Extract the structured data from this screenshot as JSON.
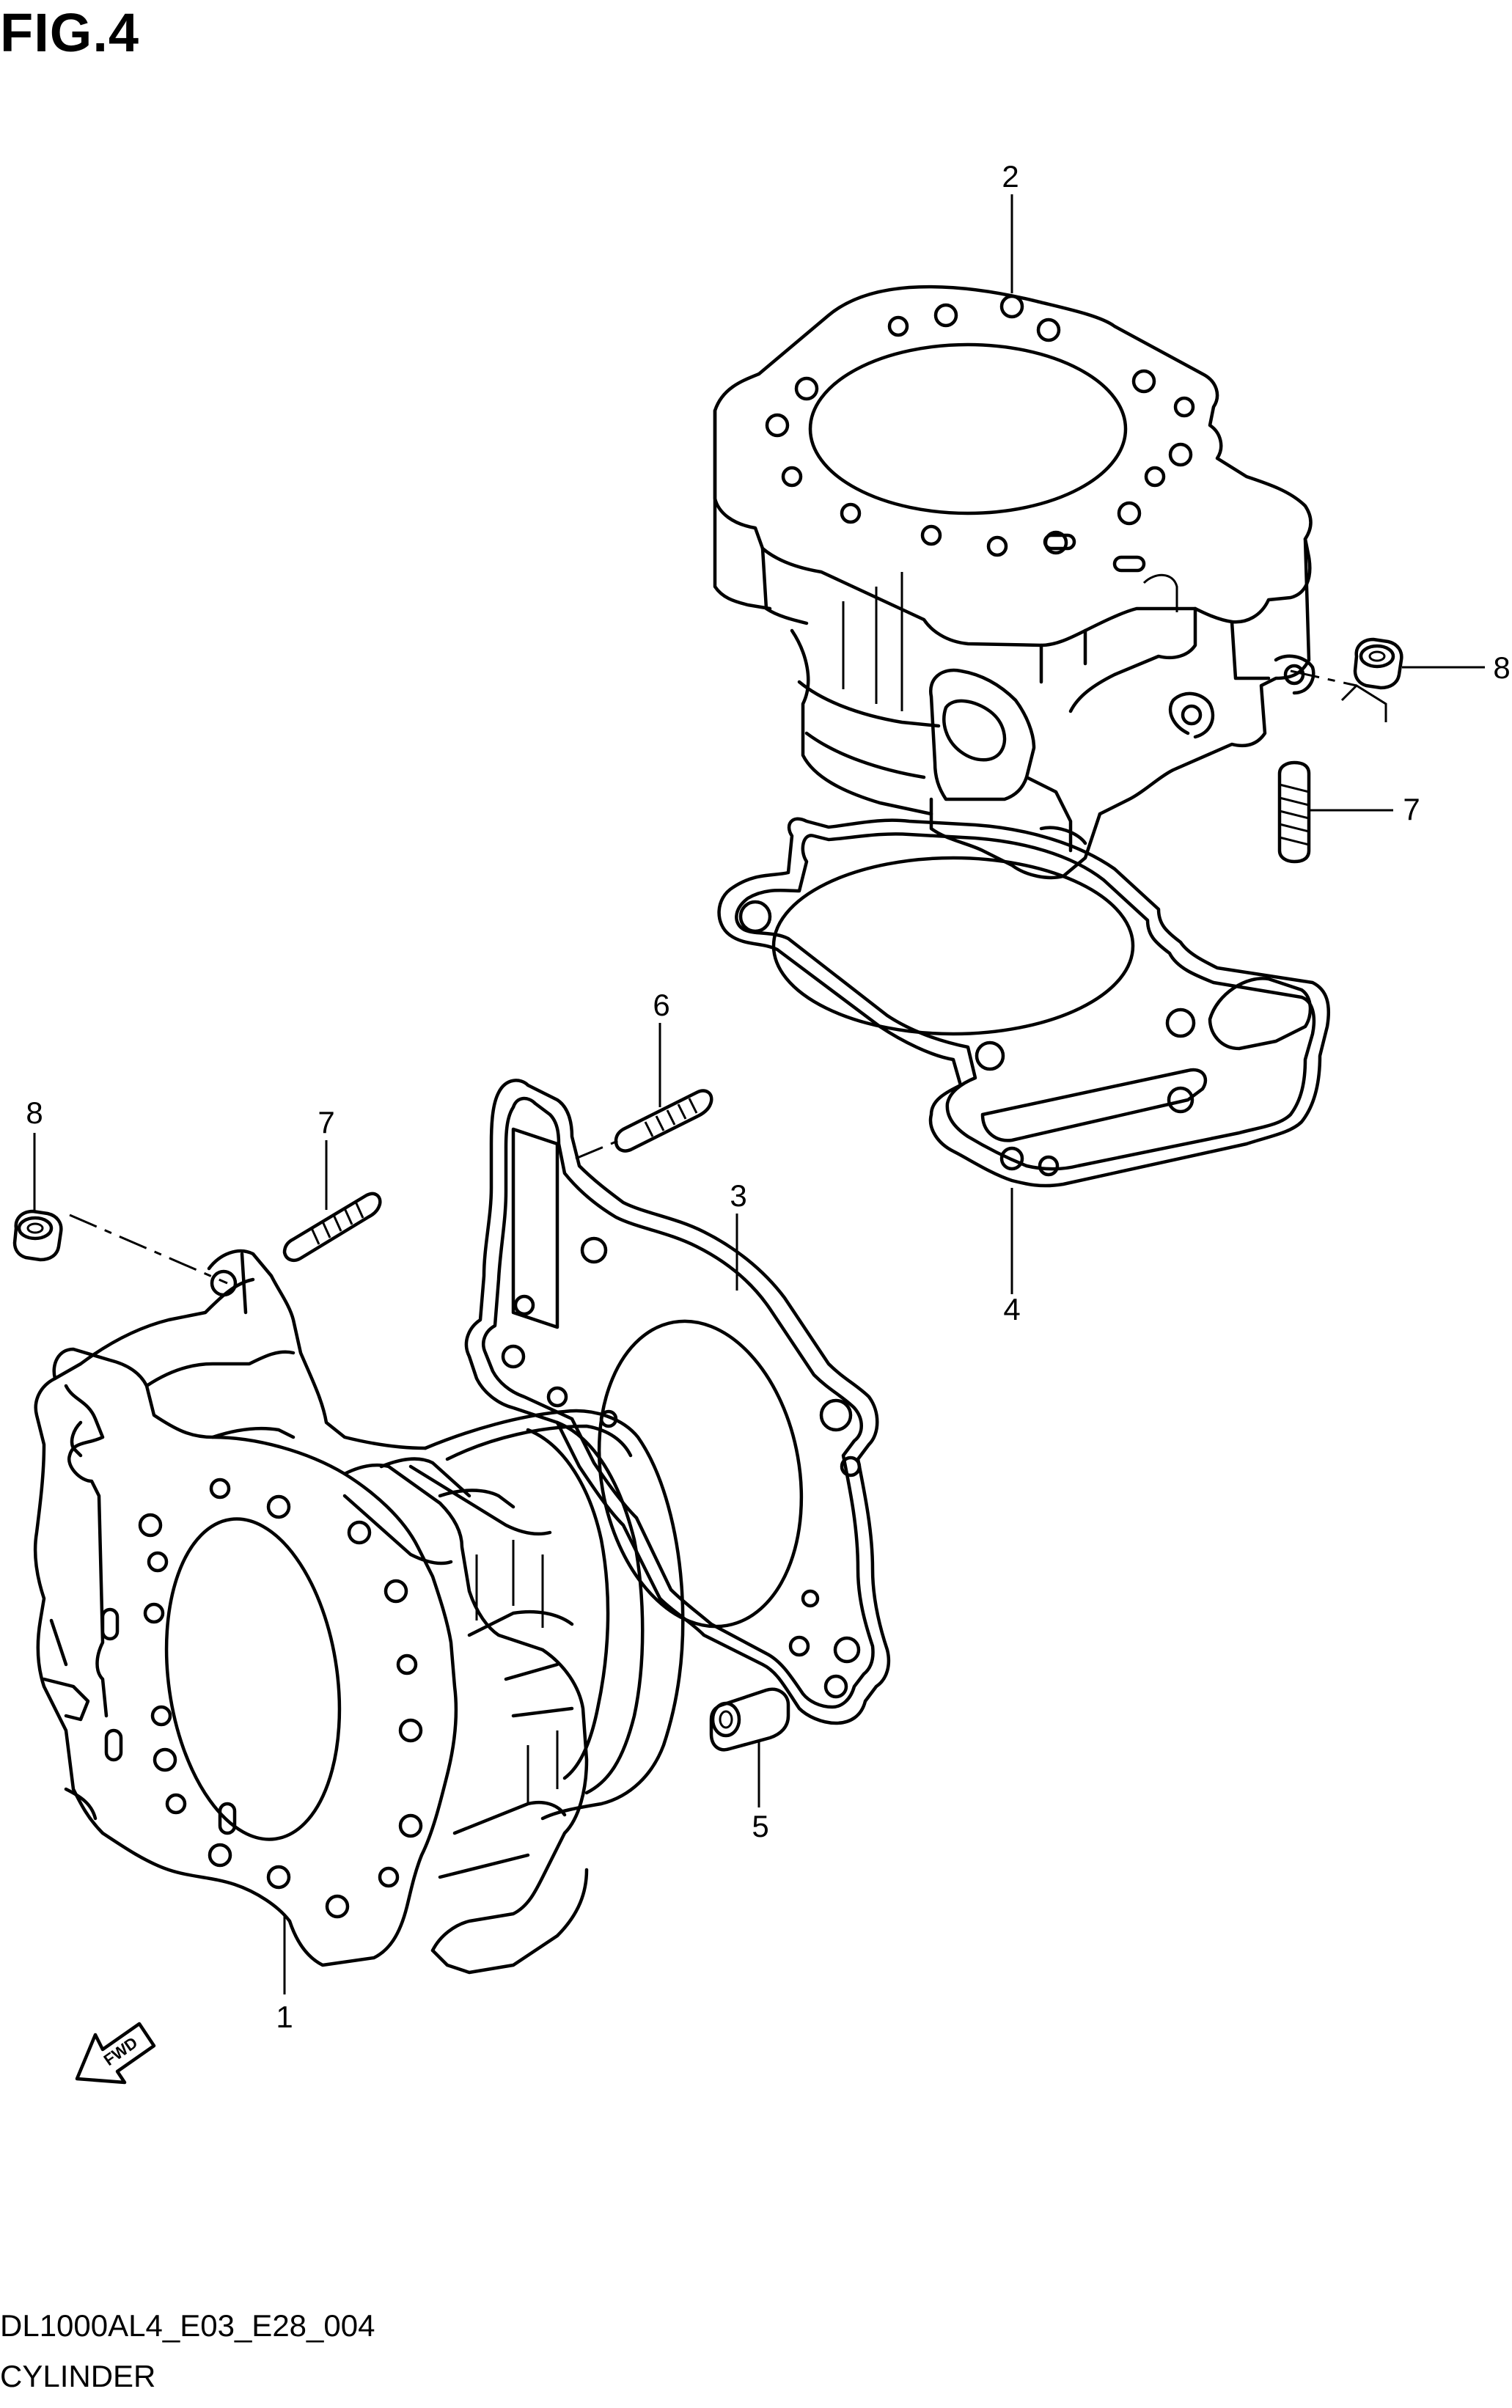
{
  "figure": {
    "title": "FIG.4"
  },
  "footer": {
    "code": "DL1000AL4_E03_E28_004",
    "name": "CYLINDER"
  },
  "callouts": {
    "c1": "1",
    "c2": "2",
    "c3": "3",
    "c4": "4",
    "c5": "5",
    "c6": "6",
    "c7a": "7",
    "c7b": "7",
    "c8a": "8",
    "c8b": "8"
  },
  "fwd_label": "FWD"
}
